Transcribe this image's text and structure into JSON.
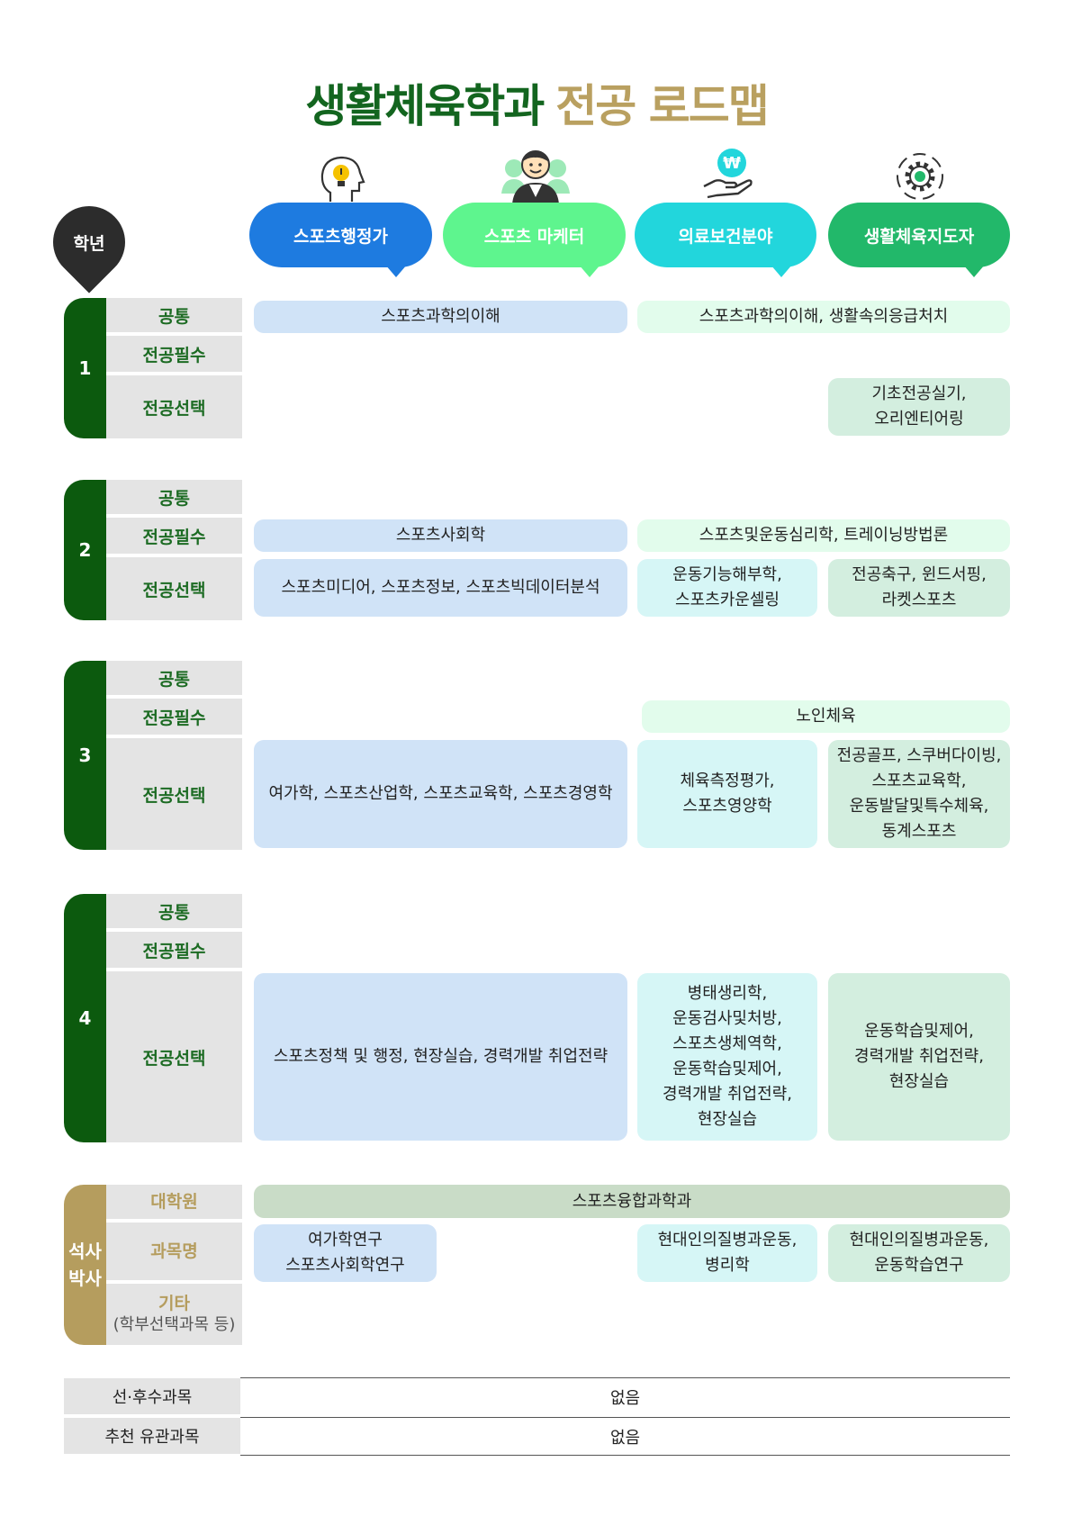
{
  "title": {
    "part1": "생활체육학과",
    "part2": "전공 로드맵"
  },
  "colors": {
    "title_green": "#13651f",
    "title_gold": "#b9a060",
    "year_bar": "#0c5a0e",
    "grad_bar": "#b59d5e"
  },
  "grade_label": "학년",
  "careers": [
    {
      "label": "스포츠행정가",
      "icon": "lightbulb-head-icon",
      "color": "#1e7be0"
    },
    {
      "label": "스포츠 마케터",
      "icon": "person-icon",
      "color": "#5ef58e"
    },
    {
      "label": "의료보건분야",
      "icon": "money-hand-icon",
      "color": "#22d6dc"
    },
    {
      "label": "생활체육지도자",
      "icon": "gear-icon",
      "color": "#22b86a"
    }
  ],
  "row_labels": {
    "common": "공통",
    "required": "전공필수",
    "elective": "전공선택"
  },
  "years": [
    {
      "year": "1",
      "cells": {
        "common_left": "스포츠과학의이해",
        "common_right": "스포츠과학의이해, 생활속의응급처치",
        "elective_c4": "기초전공실기,\n오리엔티어링"
      }
    },
    {
      "year": "2",
      "cells": {
        "required_left": "스포츠사회학",
        "required_right": "스포츠및운동심리학, 트레이닝방법론",
        "elective_left": "스포츠미디어, 스포츠정보, 스포츠빅데이터분석",
        "elective_c3": "운동기능해부학,\n스포츠카운셀링",
        "elective_c4": "전공축구, 윈드서핑,\n라켓스포츠"
      }
    },
    {
      "year": "3",
      "cells": {
        "required_right": "노인체육",
        "elective_left": "여가학, 스포츠산업학, 스포츠교육학, 스포츠경영학",
        "elective_c3": "체육측정평가,\n스포츠영양학",
        "elective_c4": "전공골프, 스쿠버다이빙,\n스포츠교육학,\n운동발달및특수체육,\n동계스포츠"
      }
    },
    {
      "year": "4",
      "cells": {
        "elective_left": "스포츠정책 및 행정, 현장실습, 경력개발 취업전략",
        "elective_c3": "병태생리학,\n운동검사및처방,\n스포츠생체역학,\n운동학습및제어,\n경력개발 취업전략,\n현장실습",
        "elective_c4": "운동학습및제어,\n경력개발 취업전략,\n현장실습"
      }
    }
  ],
  "grad": {
    "label": "석사\n박사",
    "rows": {
      "school": "대학원",
      "courses": "과목명",
      "other": "기타",
      "other_sub": "(학부선택과목 등)"
    },
    "school": "스포츠융합과학과",
    "courses_c1": "여가학연구\n스포츠사회학연구",
    "courses_c3": "현대인의질병과운동,\n병리학",
    "courses_c4": "현대인의질병과운동,\n운동학습연구"
  },
  "bottom": [
    {
      "label": "선·후수과목",
      "value": "없음"
    },
    {
      "label": "추천 유관과목",
      "value": "없음"
    }
  ]
}
